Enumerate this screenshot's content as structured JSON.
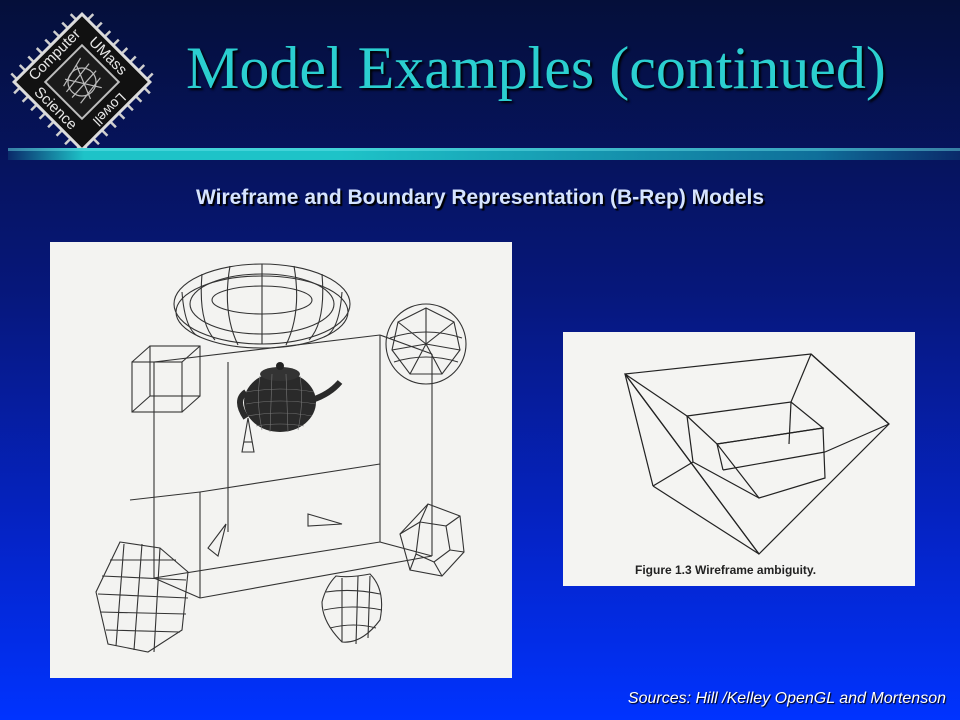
{
  "logo": {
    "text_top_left": "UMass",
    "text_top_right": "Lowell",
    "text_bottom_left": "Computer",
    "text_bottom_right": "Science"
  },
  "slide": {
    "title": "Model Examples (continued)",
    "subtitle": "Wireframe and Boundary Representation (B-Rep) Models",
    "sources": "Sources: Hill /Kelley OpenGL and Mortenson"
  },
  "figure_right": {
    "caption": "Figure 1.3 Wireframe ambiguity."
  },
  "colors": {
    "title": "#2bcfd0",
    "rule_bar": "#1ec3c8",
    "background_top": "#050f3a",
    "background_bottom": "#0033ff"
  }
}
